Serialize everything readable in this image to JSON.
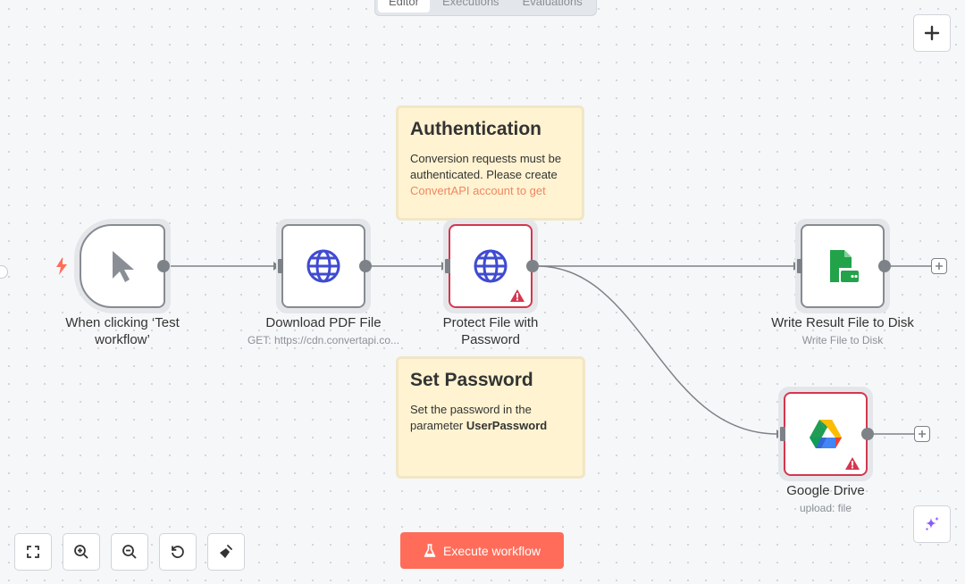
{
  "tabs": [
    {
      "label": "Editor",
      "active": true
    },
    {
      "label": "Executions",
      "active": false
    },
    {
      "label": "Evaluations",
      "active": false
    }
  ],
  "stickies": {
    "auth": {
      "title": "Authentication",
      "body": "Conversion requests must be authenticated. Please create",
      "link": "ConvertAPI account to get"
    },
    "password": {
      "title": "Set Password",
      "body_prefix": "Set the password in the parameter ",
      "body_bold": "UserPassword"
    }
  },
  "nodes": {
    "trigger": {
      "label": "When clicking ‘Test workflow’",
      "icon": "cursor-icon"
    },
    "download": {
      "label": "Download PDF File",
      "subtitle": "GET: https://cdn.convertapi.co...",
      "icon": "globe-icon"
    },
    "protect": {
      "label": "Protect File with Password",
      "icon": "globe-icon",
      "status": "error"
    },
    "write": {
      "label": "Write Result File to Disk",
      "subtitle": "Write File to Disk",
      "icon": "file-disk-icon"
    },
    "gdrive": {
      "label": "Google Drive",
      "subtitle": "upload: file",
      "icon": "google-drive-icon",
      "status": "error"
    }
  },
  "toolbar": {
    "buttons": [
      "fit-view-icon",
      "zoom-in-icon",
      "zoom-out-icon",
      "reset-zoom-icon",
      "tidy-up-icon"
    ]
  },
  "execute_button": {
    "label": "Execute workflow",
    "icon": "flask-icon"
  },
  "colors": {
    "accent": "#ff6d5a",
    "error": "#d4374f",
    "sticky_bg": "#fff3d1",
    "link": "#ef8763",
    "globe": "#3f4bd1",
    "disk_green": "#22a34a",
    "ai_purple": "#8a5cf6"
  }
}
